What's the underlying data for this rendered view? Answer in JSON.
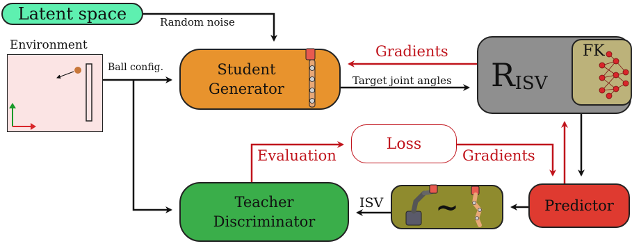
{
  "nodes": {
    "latent_space": "Latent space",
    "environment": "Environment",
    "student_line1": "Student",
    "student_line2": "Generator",
    "risv_main": "R",
    "risv_sub": "ISV",
    "fk": "FK",
    "loss": "Loss",
    "teacher_line1": "Teacher",
    "teacher_line2": "Discriminator",
    "predictor": "Predictor",
    "tilde": "~"
  },
  "edges": {
    "random_noise": "Random noise",
    "ball_config": "Ball config.",
    "gradients_top": "Gradients",
    "target_joint_angles": "Target joint angles",
    "evaluation": "Evaluation",
    "gradients_mid": "Gradients",
    "isv": "ISV"
  },
  "colors": {
    "latent": "#5ef0b0",
    "environment": "#fbe4e4",
    "student": "#e8932d",
    "risv": "#8f8f8f",
    "fk": "#bcb27a",
    "teacher": "#3aae4a",
    "predictor": "#df3a30",
    "isv_box": "#8f8b2e",
    "red_arrow": "#c0141c",
    "black_arrow": "#111111"
  }
}
